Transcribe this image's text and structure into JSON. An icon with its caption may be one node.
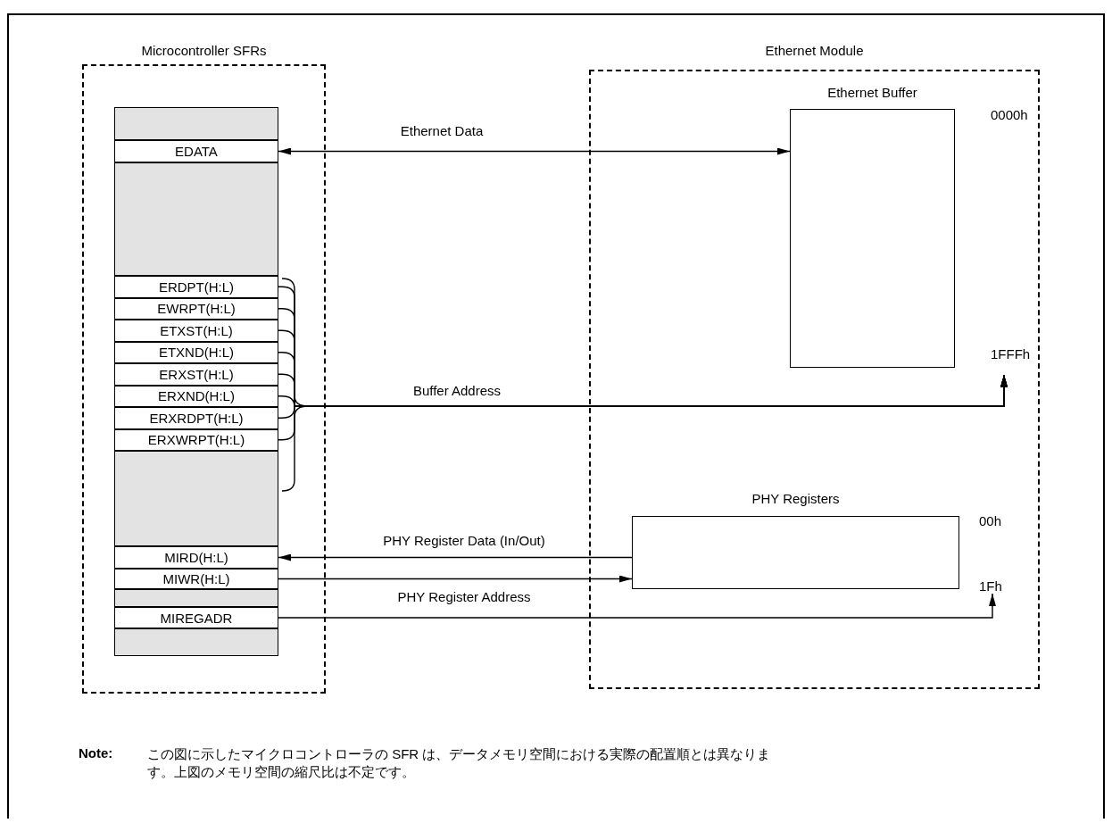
{
  "diagram": {
    "nodes": [
      {
        "text": [
          "Microcontroller SFRs"
        ]
      },
      {
        "text": [],
        "shape": "box",
        "in": 0
      },
      {
        "text": [
          "EDATA"
        ],
        "in": 0
      },
      {
        "text": [],
        "shape": "box",
        "in": 0
      },
      {
        "text": [
          "ERDPT(H:L)"
        ],
        "in": 0
      },
      {
        "text": [
          "EWRPT(H:L)"
        ],
        "in": 0
      },
      {
        "text": [
          "ETXST(H:L)"
        ],
        "in": 0
      },
      {
        "text": [
          "ETXND(H:L)"
        ],
        "in": 0
      },
      {
        "text": [
          "ERXST(H:L)"
        ],
        "in": 0
      },
      {
        "text": [
          "ERXND(H:L)"
        ],
        "in": 0
      },
      {
        "text": [
          "ERXRDPT(H:L)"
        ],
        "in": 0
      },
      {
        "text": [
          "ERXWRPT(H:L)"
        ],
        "in": 0
      },
      {
        "text": [],
        "shape": "box",
        "in": 0
      },
      {
        "text": [
          "MIRD(H:L)"
        ],
        "in": 0
      },
      {
        "text": [
          "MIWR(H:L)"
        ],
        "in": 0
      },
      {
        "text": [],
        "shape": "box",
        "in": 0
      },
      {
        "text": [
          "MIREGADR"
        ],
        "in": 0
      },
      {
        "text": [],
        "shape": "box",
        "in": 0
      },
      {
        "text": [
          "Ethernet Module"
        ]
      },
      {
        "text": [
          "Ethernet Buffer"
        ],
        "in": 18,
        "beside": [
          "0000h",
          "1FFFh"
        ]
      },
      {
        "text": [
          "PHY Registers"
        ],
        "in": 18,
        "beside": [
          "00h",
          "1Fh"
        ]
      }
    ],
    "edges": [
      {
        "from": 2,
        "to": 19,
        "arrow": "both",
        "label": "Ethernet Data"
      },
      {
        "from": 4,
        "to": 19,
        "arrow": "to",
        "label": "Buffer Address"
      },
      {
        "from": 5,
        "to": 19,
        "arrow": "to"
      },
      {
        "from": 6,
        "to": 19,
        "arrow": "to"
      },
      {
        "from": 7,
        "to": 19,
        "arrow": "to"
      },
      {
        "from": 8,
        "to": 19,
        "arrow": "to"
      },
      {
        "from": 9,
        "to": 19,
        "arrow": "to"
      },
      {
        "from": 10,
        "to": 19,
        "arrow": "to"
      },
      {
        "from": 11,
        "to": 19,
        "arrow": "to"
      },
      {
        "from": 20,
        "to": 13,
        "arrow": "to",
        "label": "PHY Register Data (In/Out)"
      },
      {
        "from": 14,
        "to": 20,
        "arrow": "to"
      },
      {
        "from": 16,
        "to": 20,
        "arrow": "to",
        "label": "PHY Register Address"
      }
    ],
    "labels": [
      "Note:",
      "この図に示したマイクロコントローラの SFR は、データメモリ空間における実際の配置順とは異なります。上図のメモリ空間の縮尺比は不定です。"
    ]
  }
}
